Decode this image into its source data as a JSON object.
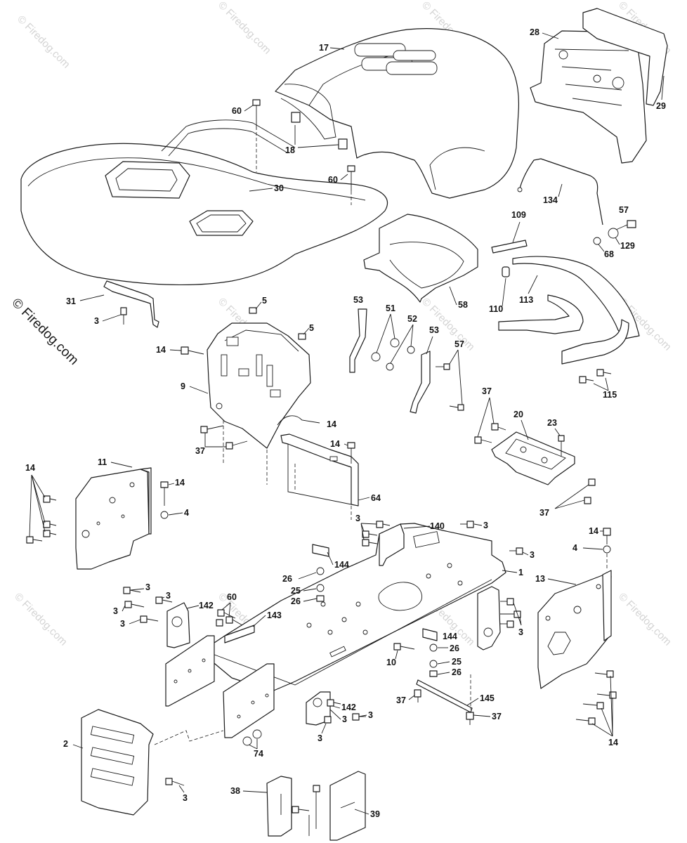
{
  "watermark": {
    "side_text": "© Firedog.com",
    "tiled_text": "© Firedog.com"
  },
  "callouts": {
    "c17": "17",
    "c28": "28",
    "c29": "29",
    "c60a": "60",
    "c18": "18",
    "c30": "30",
    "c60b": "60",
    "c134": "134",
    "c57a": "57",
    "c129": "129",
    "c68": "68",
    "c109": "109",
    "c110": "110",
    "c113": "113",
    "c58": "58",
    "c31": "31",
    "c3a": "3",
    "c5a": "5",
    "c5b": "5",
    "c14a": "14",
    "c9": "9",
    "c53a": "53",
    "c51": "51",
    "c52": "52",
    "c53b": "53",
    "c57b": "57",
    "c115": "115",
    "c14b": "14",
    "c37a": "37",
    "c14c": "14",
    "c37b": "37",
    "c20": "20",
    "c23": "23",
    "c37c": "37",
    "c11": "11",
    "c14d": "14",
    "c14e": "14",
    "c4a": "4",
    "c64": "64",
    "c3b": "3",
    "c140": "140",
    "c3c": "3",
    "c14f": "14",
    "c4b": "4",
    "c3d": "3",
    "c144a": "144",
    "c26a": "26",
    "c25a": "25",
    "c26b": "26",
    "c1": "1",
    "c13": "13",
    "c3e": "3",
    "c3f": "3",
    "c3g": "3",
    "c3h": "3",
    "c142a": "142",
    "c60c": "60",
    "c143": "143",
    "c3i": "3",
    "c144b": "144",
    "c26c": "26",
    "c10": "10",
    "c25b": "25",
    "c26d": "26",
    "c37d": "37",
    "c145": "145",
    "c37e": "37",
    "c142b": "142",
    "c3j": "3",
    "c3k": "3",
    "c3l": "3",
    "c74": "74",
    "c2": "2",
    "c3m": "3",
    "c14g": "14",
    "c38": "38",
    "c39": "39"
  }
}
